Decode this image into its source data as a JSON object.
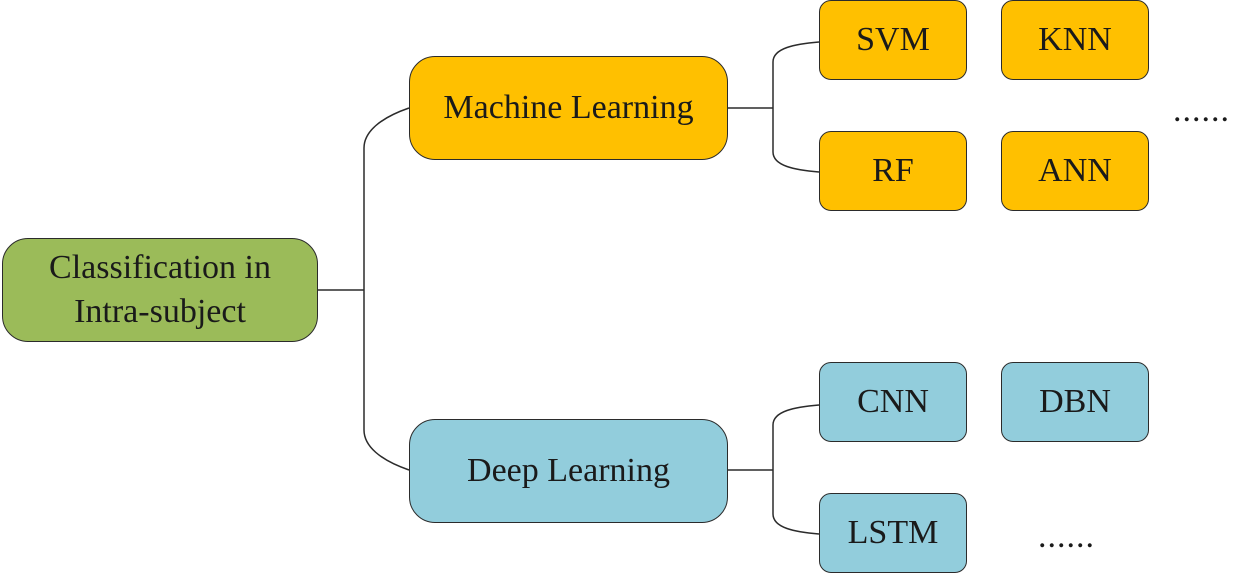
{
  "root": {
    "label": "Classification in Intra-subject"
  },
  "categories": [
    {
      "label": "Machine Learning",
      "color": "#ffc000",
      "methods": [
        "SVM",
        "KNN",
        "RF",
        "ANN"
      ],
      "more": "......"
    },
    {
      "label": "Deep Learning",
      "color": "#92cddc",
      "methods": [
        "CNN",
        "DBN",
        "LSTM"
      ],
      "more": "......"
    }
  ],
  "colors": {
    "root": "#9bbb59",
    "line": "#2b2b2b"
  }
}
